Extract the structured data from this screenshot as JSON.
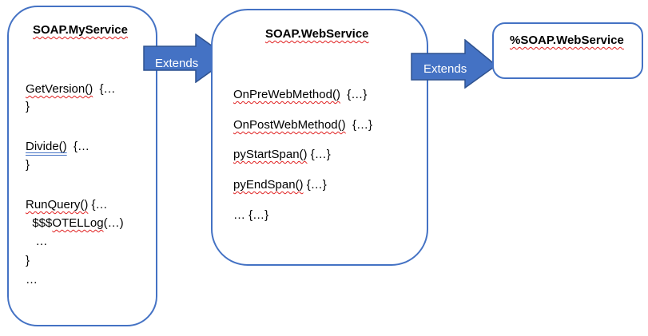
{
  "boxes": {
    "myservice": {
      "title": "SOAP.MyService",
      "lines": [
        {
          "name": "GetVersion()",
          "rest": "  {…"
        },
        {
          "text": "}"
        },
        {
          "name": "Divide()",
          "rest": "  {…"
        },
        {
          "text": "}"
        },
        {
          "name": "RunQuery()",
          "rest": " {…"
        },
        {
          "prefix": "  $$$",
          "name": "OTELLog",
          "rest": "(…)"
        },
        {
          "text": "   …"
        },
        {
          "text": "}"
        },
        {
          "text": "…"
        }
      ]
    },
    "webservice": {
      "title": "SOAP.WebService",
      "lines": [
        {
          "name": "OnPreWebMethod()",
          "rest": "  {…}"
        },
        {
          "name": "OnPostWebMethod()",
          "rest": "  {…}"
        },
        {
          "name": "pyStartSpan()",
          "rest": " {…}"
        },
        {
          "name": "pyEndSpan()",
          "rest": " {…}"
        },
        {
          "text": "… {…}"
        }
      ]
    },
    "pctwebservice": {
      "title": "%SOAP.WebService"
    }
  },
  "arrows": {
    "first": "Extends",
    "second": "Extends"
  },
  "colors": {
    "box_border": "#4472c4",
    "arrow_fill": "#4472c4",
    "arrow_border": "#2f528f",
    "squiggle": "#e02020"
  }
}
